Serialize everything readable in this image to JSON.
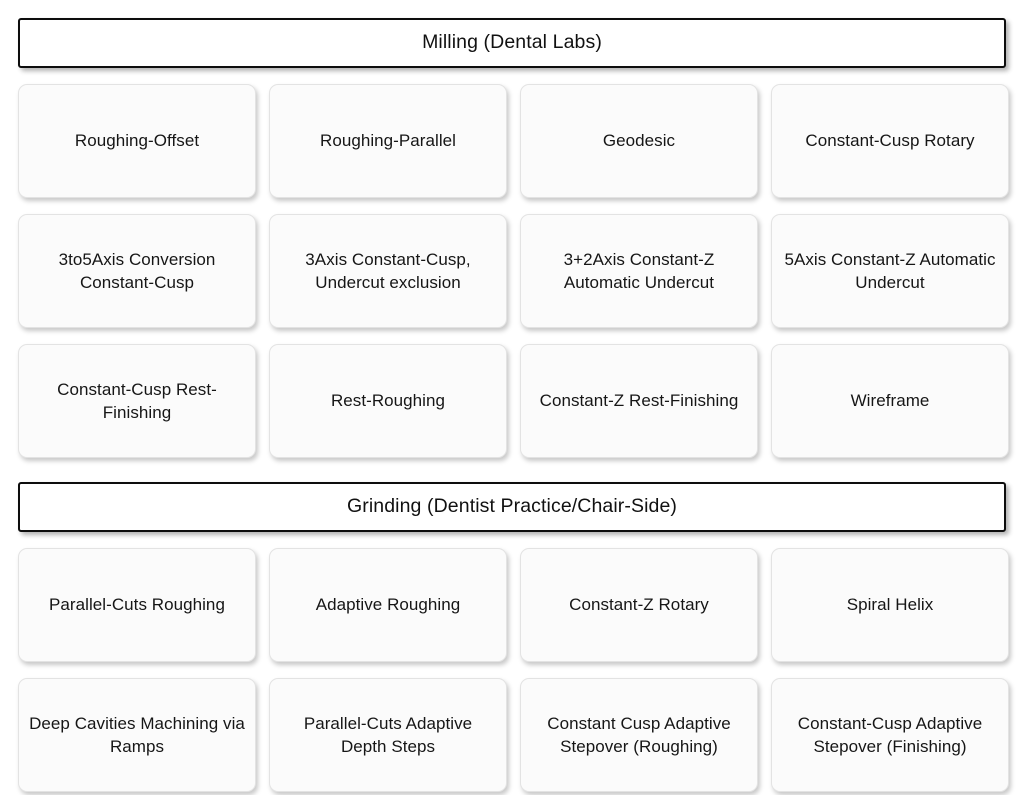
{
  "page": {
    "background": "#ffffff",
    "card_background": "#fbfbfb",
    "card_border_color": "#e3e3e3",
    "header_border_color": "#0d0d0d",
    "text_color": "#161616"
  },
  "sections": [
    {
      "id": "milling",
      "header": "Milling (Dental Labs)",
      "cards": [
        {
          "label": "Roughing-Offset"
        },
        {
          "label": "Roughing-Parallel"
        },
        {
          "label": "Geodesic"
        },
        {
          "label": "Constant-Cusp Rotary"
        },
        {
          "label": "3to5Axis Conversion Constant-Cusp"
        },
        {
          "label": "3Axis Constant-Cusp,\nUndercut exclusion"
        },
        {
          "label": "3+2Axis Constant-Z Automatic Undercut"
        },
        {
          "label": "5Axis Constant-Z Automatic Undercut"
        },
        {
          "label": "Constant-Cusp Rest-Finishing"
        },
        {
          "label": "Rest-Roughing"
        },
        {
          "label": "Constant-Z Rest-Finishing"
        },
        {
          "label": "Wireframe"
        }
      ]
    },
    {
      "id": "grinding",
      "header": "Grinding (Dentist Practice/Chair-Side)",
      "cards": [
        {
          "label": "Parallel-Cuts Roughing"
        },
        {
          "label": "Adaptive Roughing"
        },
        {
          "label": "Constant-Z Rotary"
        },
        {
          "label": "Spiral Helix"
        },
        {
          "label": "Deep Cavities Machining via Ramps"
        },
        {
          "label": "Parallel-Cuts Adaptive Depth Steps"
        },
        {
          "label": "Constant Cusp Adaptive Stepover (Roughing)"
        },
        {
          "label": "Constant-Cusp Adaptive Stepover (Finishing)"
        }
      ]
    }
  ]
}
